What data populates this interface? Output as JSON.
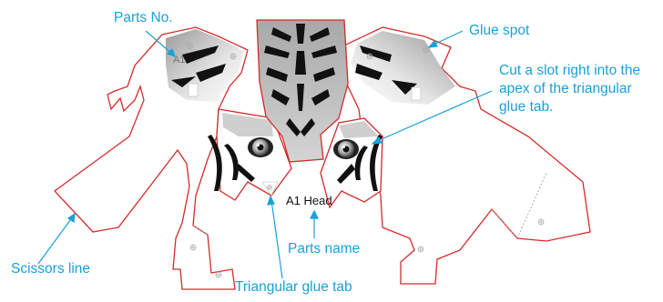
{
  "callouts": {
    "parts_no": "Parts No.",
    "glue_spot": "Glue spot",
    "cut_slot": "Cut a slot right into the apex of the triangular glue tab.",
    "scissors_line": "Scissors line",
    "parts_name": "Parts name",
    "triangular_glue_tab": "Triangular glue tab"
  },
  "part": {
    "name": "A1 Head",
    "number": "A1"
  },
  "colors": {
    "cut_line": "#d42a2a",
    "callout": "#1aa0d8",
    "fold_line": "#999999",
    "stripe": "#111111",
    "fur_gray": "#bdbdbd"
  },
  "icons": {
    "glue_spot": "crosshair-plus-icon",
    "eye": "tiger-eye-icon"
  }
}
